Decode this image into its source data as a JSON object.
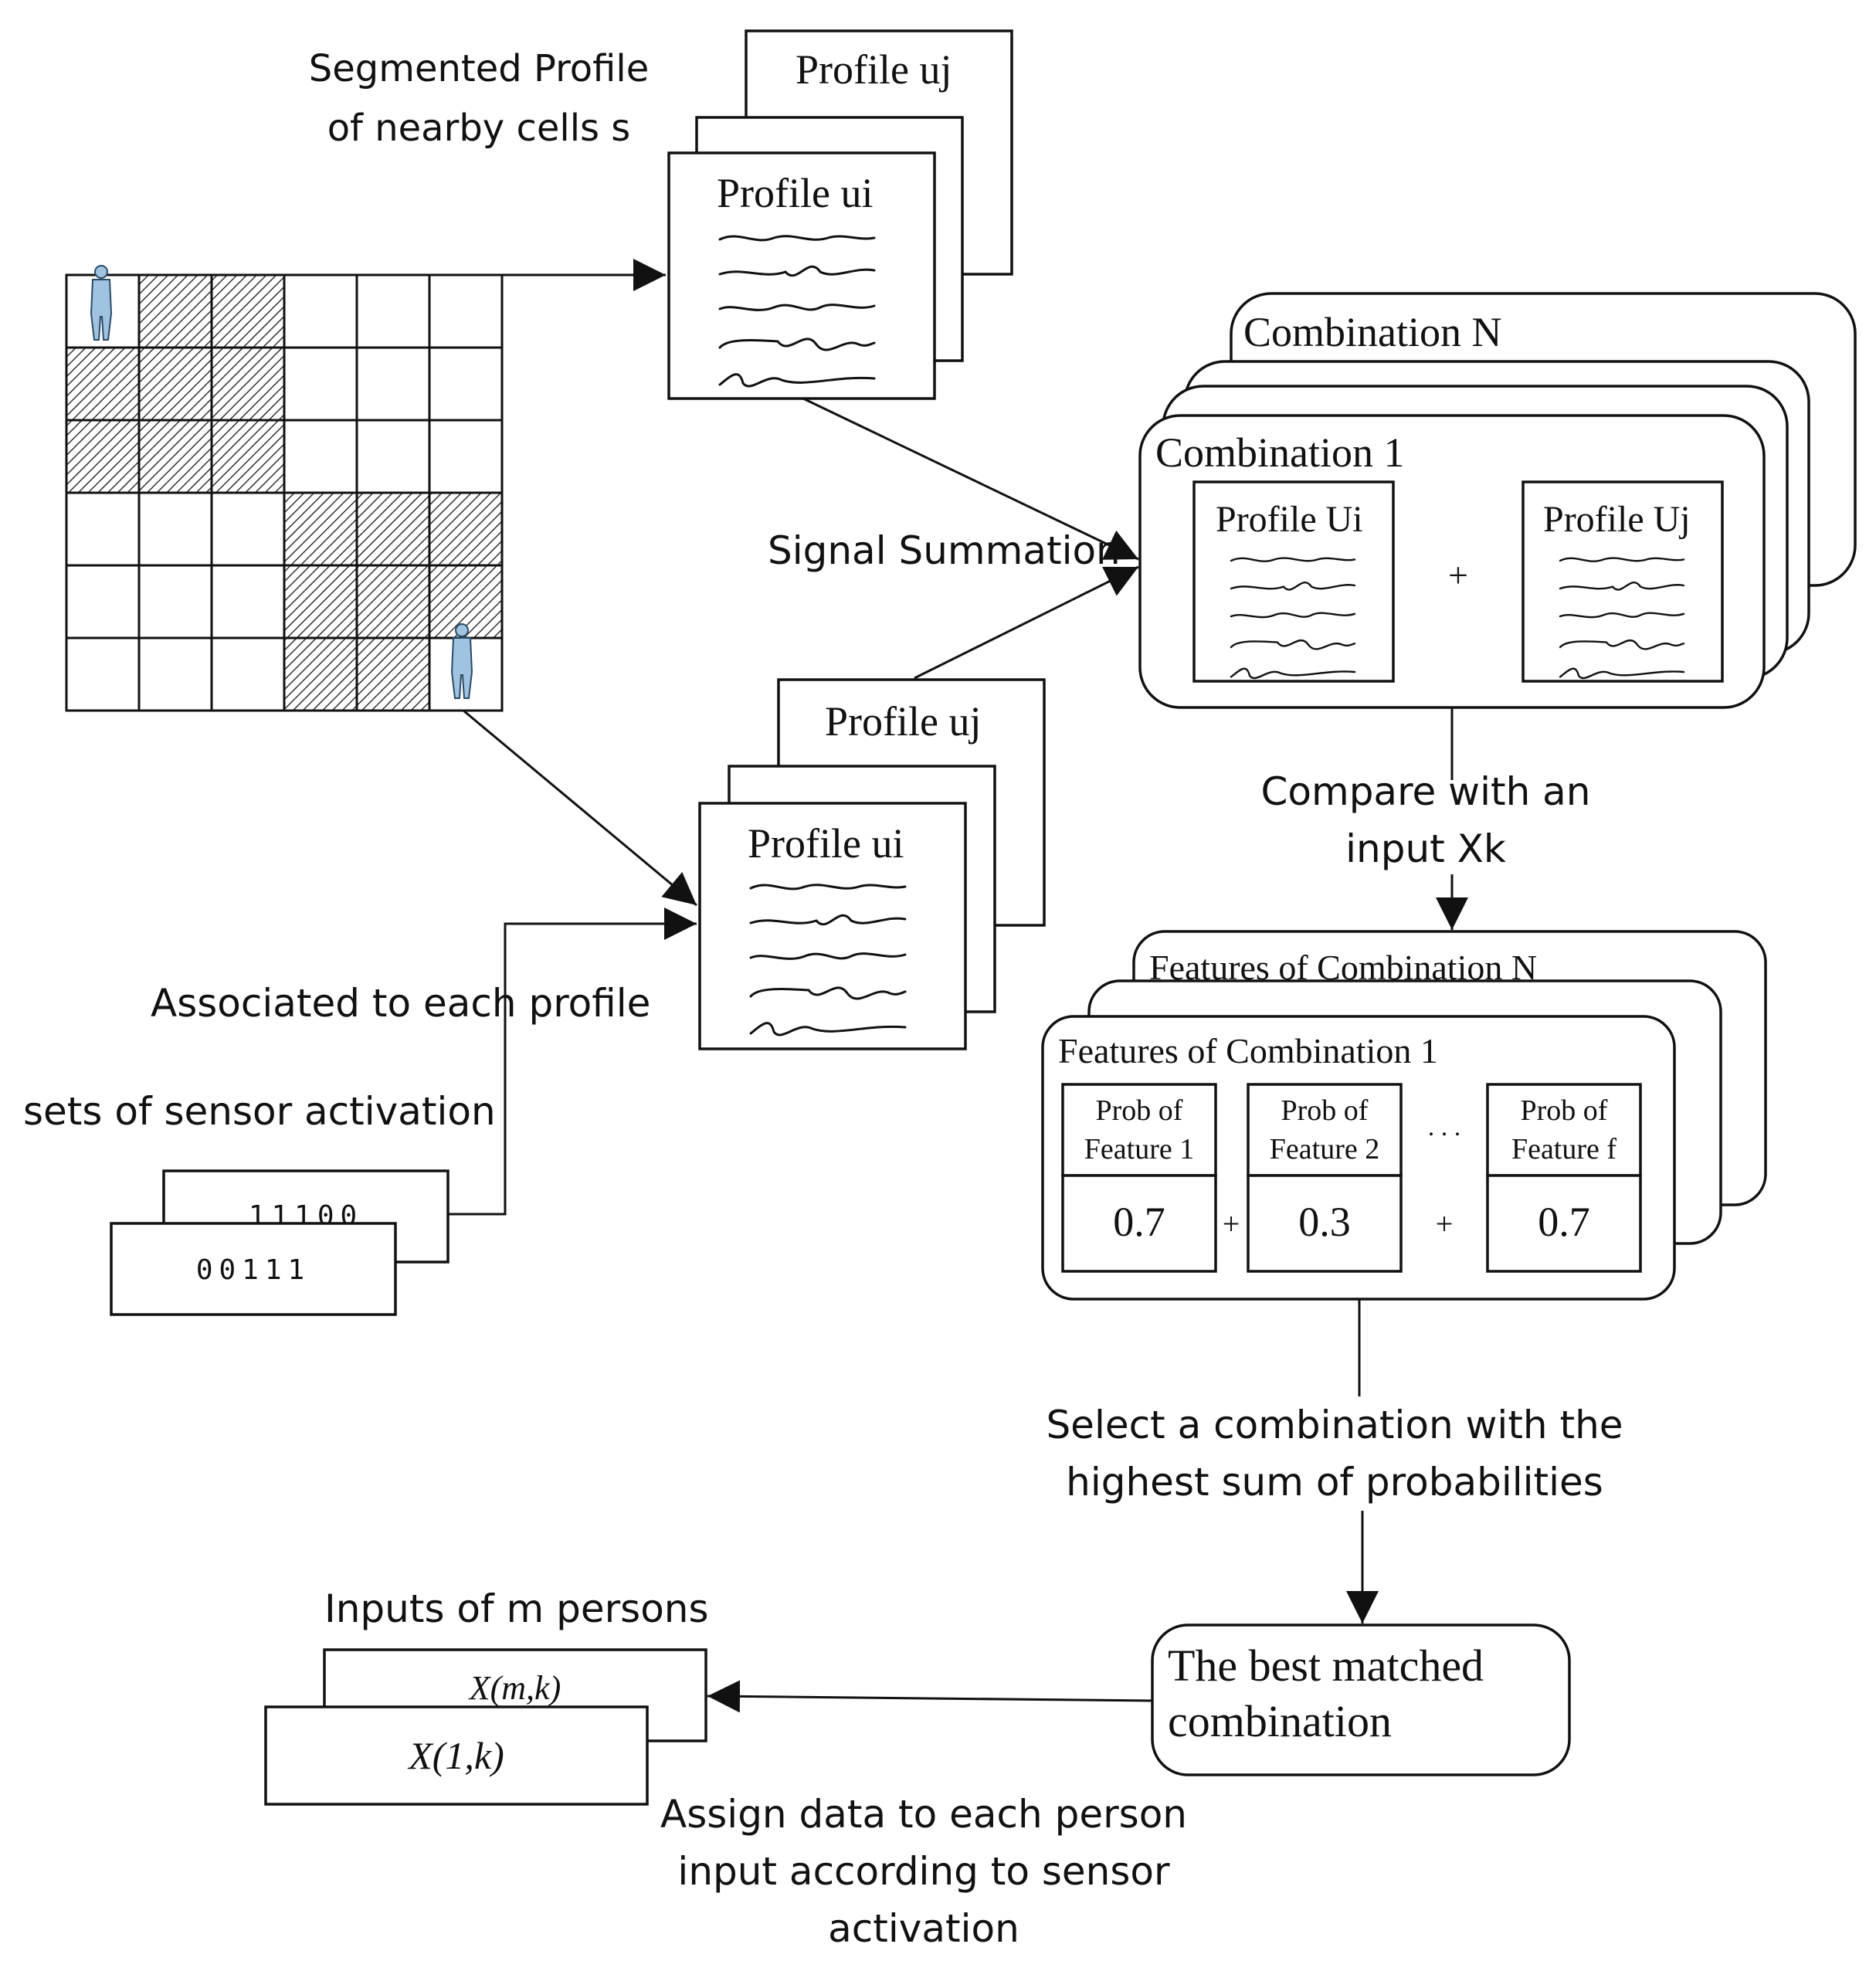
{
  "colors": {
    "ink": "#111111",
    "background": "#ffffff",
    "person": "#9fc3e0"
  },
  "icons": [
    "person-icon",
    "person-icon",
    "arrow-head-icon"
  ],
  "labels": {
    "segmented_line1": "Segmented Profile",
    "segmented_line2": "of nearby cells s",
    "signal_summation": "Signal Summation",
    "associated": "Associated to each profile",
    "sets_of_sensor": "sets of sensor activation",
    "compare_line1": "Compare with an",
    "compare_line2": "input Xk",
    "select_line1": "Select a combination with the",
    "select_line2": "highest sum of probabilities",
    "inputs_of_m": "Inputs of m persons",
    "assign_line1": "Assign data to each person",
    "assign_line2": "input according to sensor",
    "assign_line3": "activation"
  },
  "top_profiles": {
    "back": "Profile uj",
    "front": "Profile ui"
  },
  "bottom_profiles": {
    "back": "Profile uj",
    "front": "Profile ui"
  },
  "sensor_sets": {
    "back": "11100",
    "front": "00111"
  },
  "combinations": {
    "back_title": "Combination N",
    "front_title": "Combination 1",
    "profile_left": "Profile Ui",
    "profile_right": "Profile Uj",
    "plus": "+"
  },
  "features": {
    "back_title": "Features of Combination N",
    "front_title": "Features of Combination  1",
    "items": [
      {
        "line1": "Prob of",
        "line2": "Feature 1",
        "value": "0.7"
      },
      {
        "line1": "Prob of",
        "line2": "Feature 2",
        "value": "0.3"
      },
      {
        "line1": "Prob of",
        "line2": "Feature f",
        "value": "0.7"
      }
    ],
    "ellipsis": ". . .",
    "plus": "+"
  },
  "best_match": {
    "line1": "The best matched",
    "line2": "combination"
  },
  "person_inputs": {
    "back": "X(m,k)",
    "front": "X(1,k)"
  }
}
